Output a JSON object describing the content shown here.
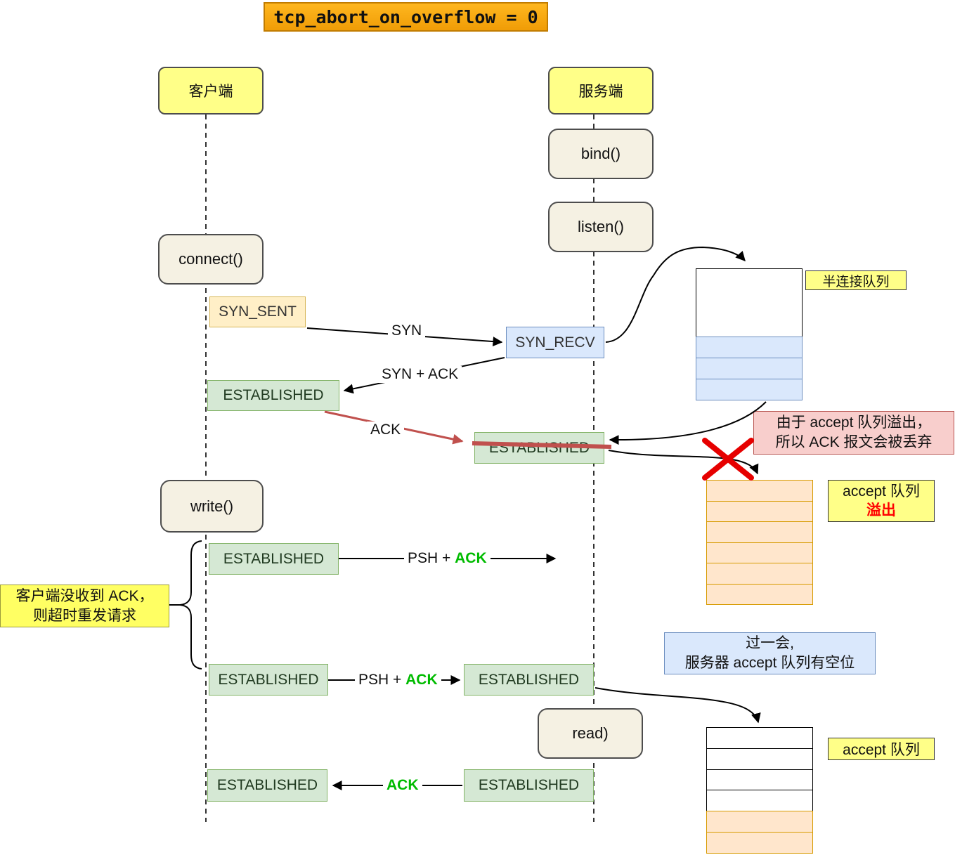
{
  "title": "tcp_abort_on_overflow = 0",
  "actors": {
    "client": "客户端",
    "server": "服务端"
  },
  "syscalls": {
    "bind": "bind()",
    "listen": "listen()",
    "connect": "connect()",
    "write": "write()",
    "read": "read)"
  },
  "states": {
    "syn_sent": "SYN_SENT",
    "syn_recv": "SYN_RECV",
    "established": "ESTABLISHED"
  },
  "messages": {
    "syn": "SYN",
    "syn_ack": "SYN + ACK",
    "ack": "ACK",
    "psh_prefix": "PSH + ",
    "ack_highlight": "ACK"
  },
  "annotations": {
    "half_queue_label": "半连接队列",
    "ack_dropped": {
      "line1": "由于 accept 队列溢出，",
      "line2": "所以 ACK 报文会被丢弃"
    },
    "accept_overflow": {
      "line1": "accept 队列",
      "line2": "溢出"
    },
    "client_retry": {
      "line1": "客户端没收到 ACK，",
      "line2": "则超时重发请求"
    },
    "queue_free": {
      "line1": "过一会,",
      "line2": "服务器 accept 队列有空位"
    },
    "accept_queue_label": "accept 队列"
  },
  "queues": {
    "half_connect": {
      "filled_rows": 3,
      "fill_color": "#dae8fc"
    },
    "accept_overflowed": {
      "filled_rows": 6,
      "fill_color": "#ffe6cc"
    },
    "accept_with_space": {
      "empty_rows": 4,
      "filled_rows": 2,
      "fill_color": "#ffe6cc"
    }
  },
  "colors": {
    "title_bg": "#f9a825",
    "actor_bg": "#ffff88",
    "syscall_bg": "#f5f1e3",
    "syn_sent_bg": "#ffefc7",
    "syn_recv_bg": "#dae8fc",
    "established_bg": "#d5e8d4",
    "note_pink": "#f8cecc",
    "note_blue": "#dae8fc",
    "note_yellow": "#ffff63",
    "queue_orange": "#ffe6cc",
    "ack_green": "#00bb00",
    "drop_red": "#ee0000",
    "ack_arrow_red": "#c0504d"
  }
}
